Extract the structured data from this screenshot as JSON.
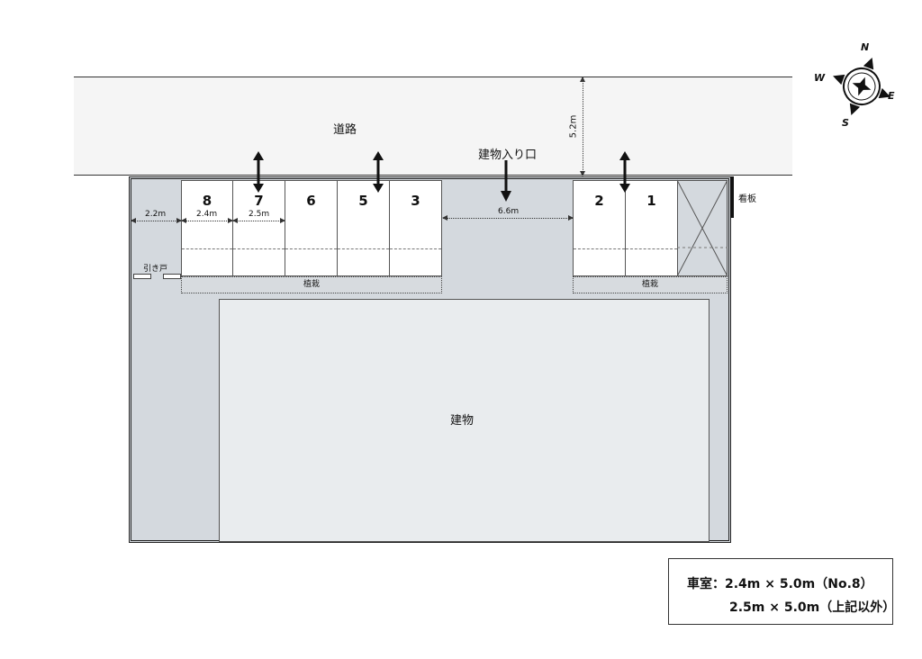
{
  "road": {
    "label": "道路",
    "width_label": "5.2m"
  },
  "entrance": {
    "label": "建物入り口",
    "width_label": "6.6m"
  },
  "spaces": [
    {
      "number": "8"
    },
    {
      "number": "7"
    },
    {
      "number": "6"
    },
    {
      "number": "5"
    },
    {
      "number": "3"
    },
    {
      "number": "2"
    },
    {
      "number": "1"
    }
  ],
  "dimensions": {
    "aisle": "2.2m",
    "space_no8": "2.4m",
    "space_standard": "2.5m"
  },
  "sliding_door": {
    "label": "引き戸"
  },
  "planters": [
    {
      "label": "植栽"
    },
    {
      "label": "植栽"
    }
  ],
  "building": {
    "label": "建物"
  },
  "signboard": {
    "label": "看板"
  },
  "compass": {
    "north": "N",
    "south": "S",
    "east": "E",
    "west": "W"
  },
  "legend": {
    "line1": "車室：2.4m × 5.0m（No.8）",
    "line2": "2.5m × 5.0m（上記以外）"
  }
}
